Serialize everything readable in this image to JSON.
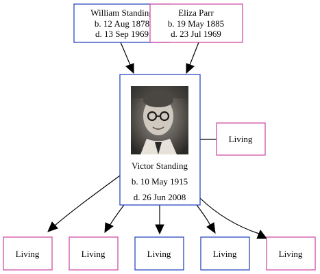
{
  "colors": {
    "male_border": "#2a47c0",
    "female_border": "#d04fa3"
  },
  "father": {
    "name": "William Standing",
    "born": "b. 12 Aug 1878",
    "died": "d. 13 Sep 1969",
    "gender": "male"
  },
  "mother": {
    "name": "Eliza Parr",
    "born": "b. 19 May 1885",
    "died": "d. 23 Jul 1969",
    "gender": "female"
  },
  "subject": {
    "name": "Victor Standing",
    "born": "b. 10 May 1915",
    "died": "d. 26 Jun 2008",
    "gender": "male",
    "photo_icon": "portrait-photo"
  },
  "spouse": {
    "name": "Living",
    "gender": "female"
  },
  "children": [
    {
      "name": "Living",
      "gender": "female"
    },
    {
      "name": "Living",
      "gender": "female"
    },
    {
      "name": "Living",
      "gender": "male"
    },
    {
      "name": "Living",
      "gender": "male"
    },
    {
      "name": "Living",
      "gender": "female"
    }
  ]
}
